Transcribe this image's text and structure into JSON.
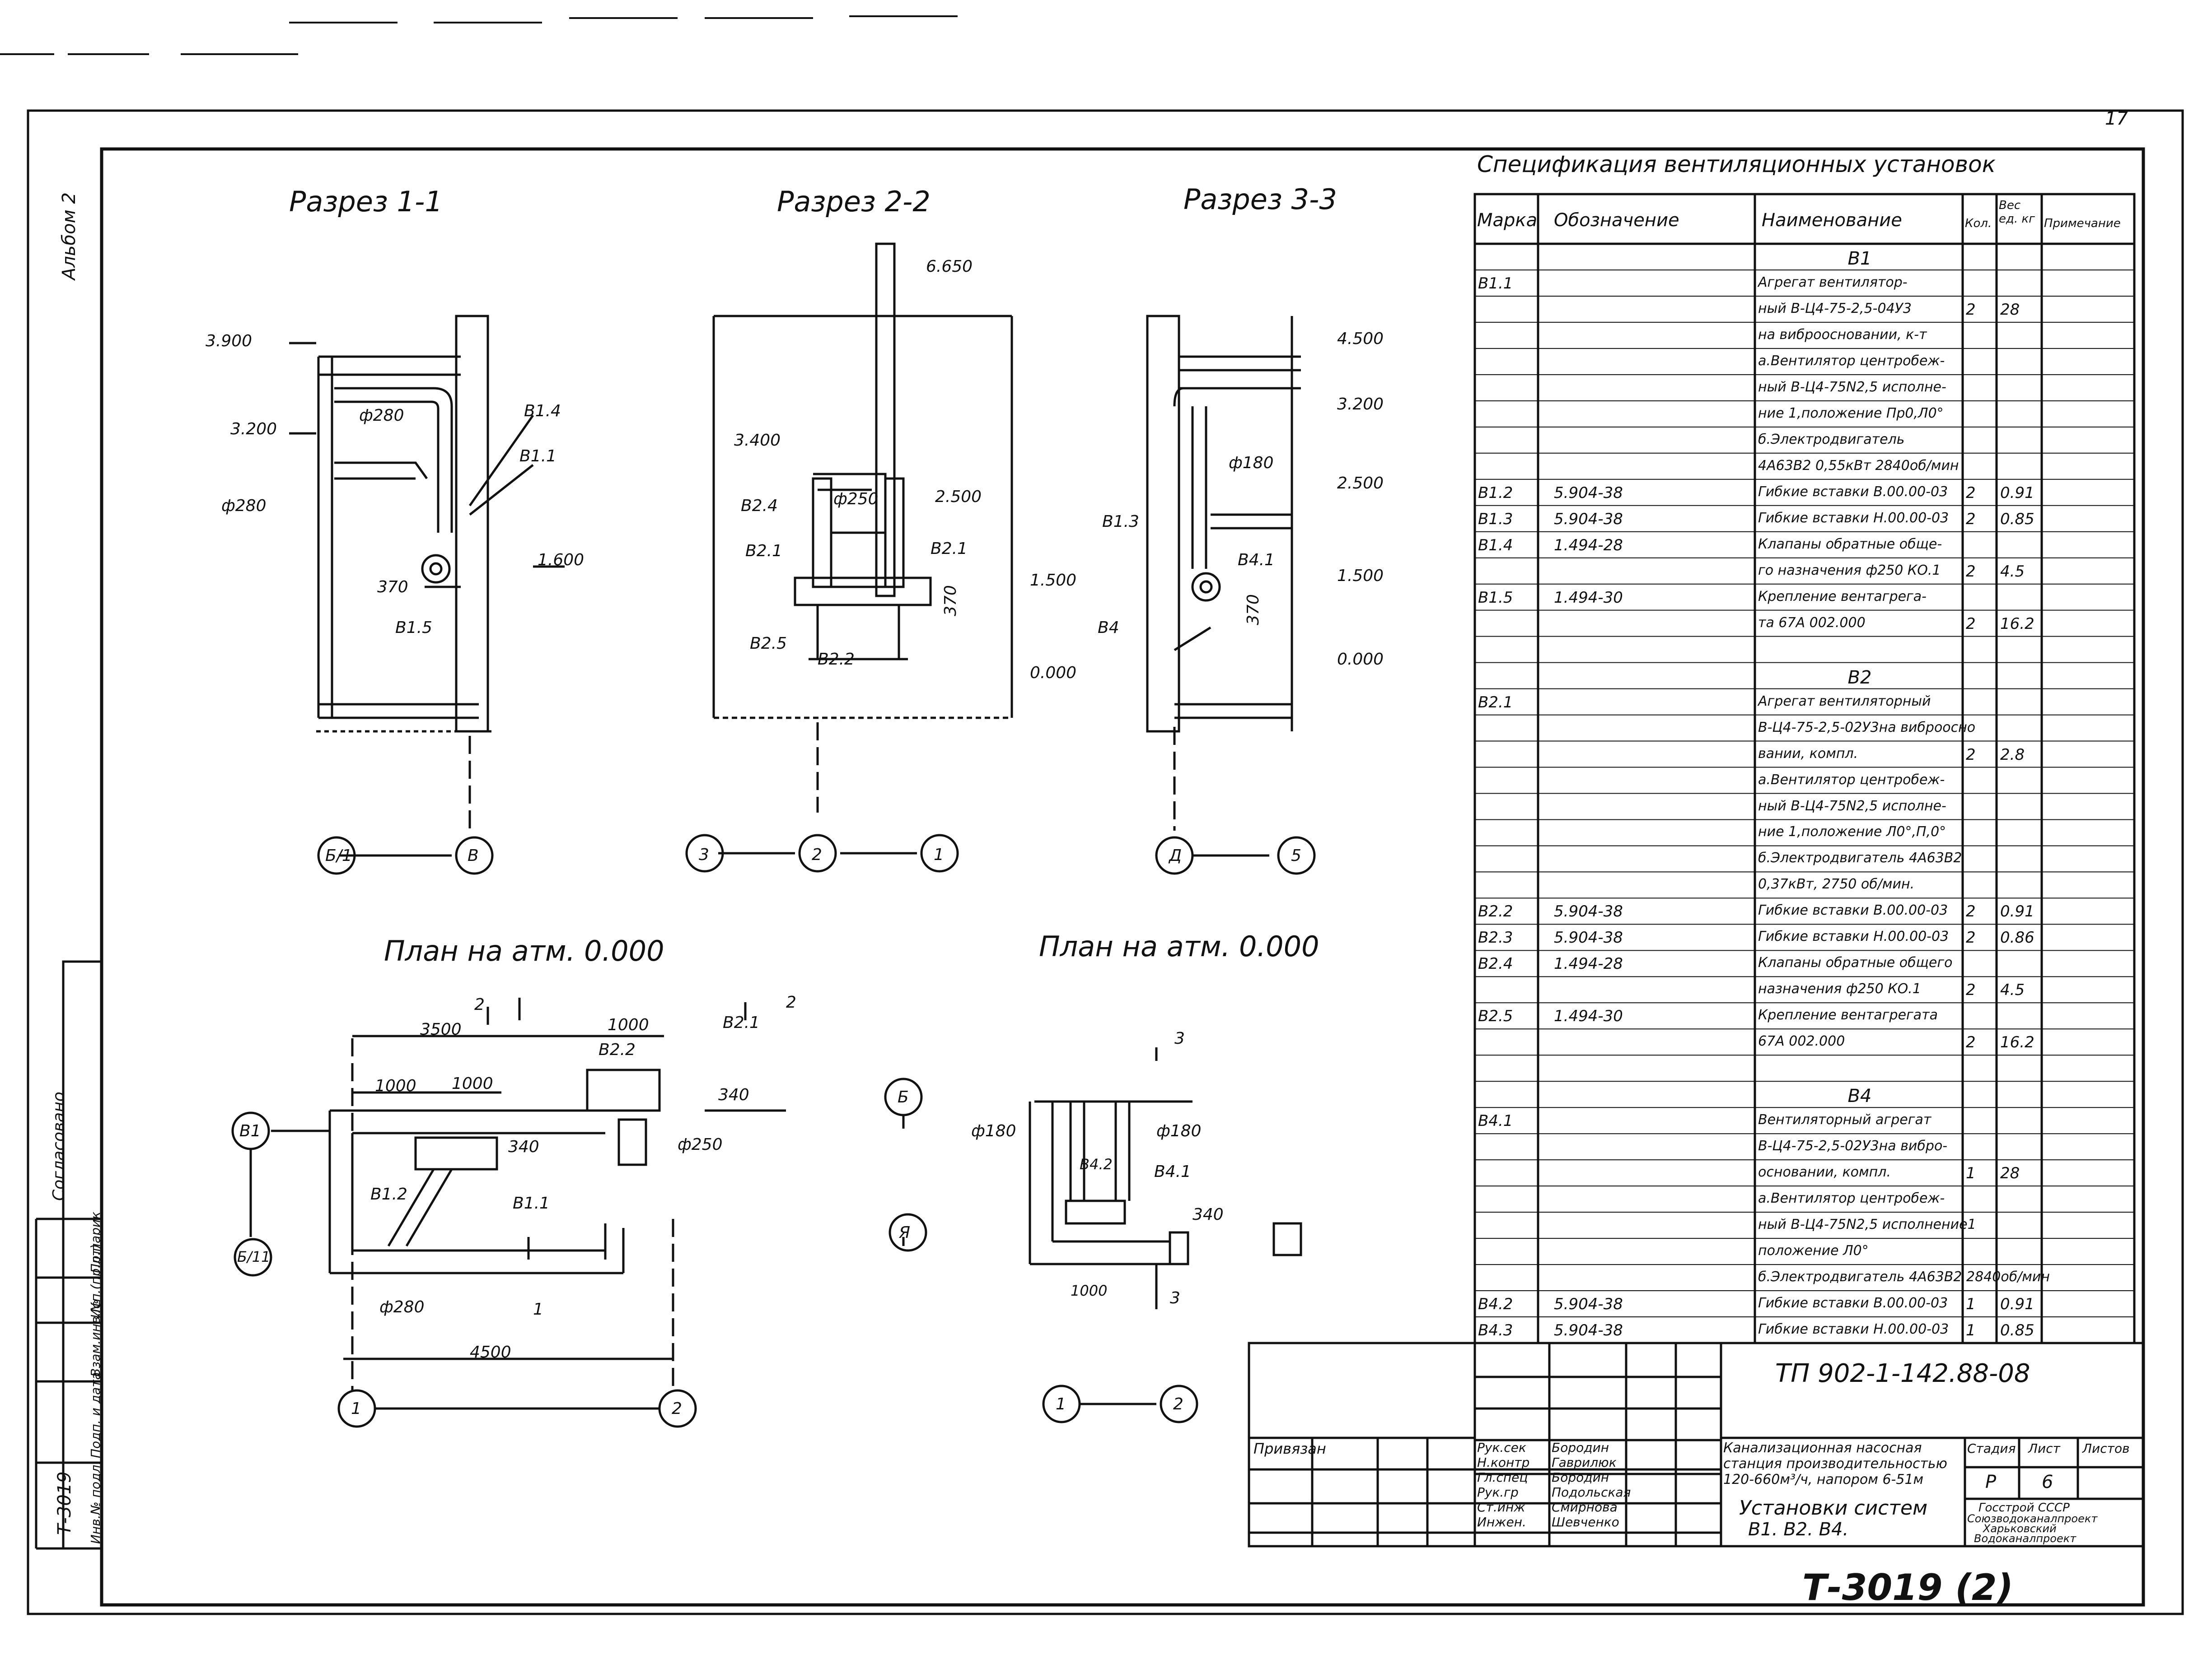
{
  "sheet": {
    "album": "Альбом 2",
    "sheet_no": "17",
    "archive_no": "Т-3019 (2)",
    "archive_side": "Т-3019"
  },
  "sections": {
    "s1": "Разрез 1-1",
    "s2": "Разрез 2-2",
    "s3": "Разрез 3-3",
    "plan1": "План на атм. 0.000",
    "plan2": "План на атм. 0.000"
  },
  "drawing_labels": {
    "s1": [
      "3.900",
      "3.200",
      "ф280",
      "ф280",
      "В1.4",
      "В1.1",
      "1.600",
      "370",
      "В1.5"
    ],
    "s2": [
      "6.650",
      "3.400",
      "ф250",
      "2.500",
      "В2.4",
      "В2.1",
      "В2.1",
      "1.500",
      "370",
      "В2.5",
      "В2.2",
      "0.000"
    ],
    "s3": [
      "4.500",
      "3.200",
      "ф180",
      "2.500",
      "В1.3",
      "В4.1",
      "1.500",
      "370",
      "В4",
      "0.000"
    ],
    "axes_s1": [
      "Б/1",
      "В"
    ],
    "axes_s2": [
      "3",
      "2",
      "1"
    ],
    "axes_s3": [
      "Д",
      "5"
    ],
    "plan1": [
      "3500",
      "1000",
      "В2.1",
      "В2.2",
      "1000",
      "1000",
      "340",
      "340",
      "ф250",
      "В1.2",
      "В1.1",
      "ф280",
      "4500",
      "2",
      "2",
      "1",
      "В1",
      "Б/11",
      "1",
      "2"
    ],
    "plan2": [
      "3",
      "Б",
      "ф180",
      "ф180",
      "В4.2",
      "В4.1",
      "340",
      "Я",
      "1000",
      "3",
      "1",
      "2"
    ]
  },
  "spec": {
    "title": "Спецификация вентиляционных установок",
    "headers": [
      "Марка",
      "Обозначение",
      "Наименование",
      "Кол.",
      "Вес ед. кг",
      "Примечание"
    ],
    "rows": [
      [
        "",
        "",
        "В1",
        "",
        ""
      ],
      [
        "В1.1",
        "",
        "Агрегат вентилятор-",
        "",
        ""
      ],
      [
        "",
        "",
        "ный В-Ц4-75-2,5-04У3",
        "2",
        "28"
      ],
      [
        "",
        "",
        "на виброосновании, к-т",
        "",
        ""
      ],
      [
        "",
        "",
        "а.Вентилятор центробеж-",
        "",
        ""
      ],
      [
        "",
        "",
        "ный В-Ц4-75N2,5 исполне-",
        "",
        ""
      ],
      [
        "",
        "",
        "ние 1,положение Пр0,Л0°",
        "",
        ""
      ],
      [
        "",
        "",
        "б.Электродвигатель",
        "",
        ""
      ],
      [
        "",
        "",
        "4А63В2 0,55кВт 2840об/мин",
        "",
        ""
      ],
      [
        "В1.2",
        "5.904-38",
        "Гибкие вставки В.00.00-03",
        "2",
        "0.91"
      ],
      [
        "В1.3",
        "5.904-38",
        "Гибкие вставки Н.00.00-03",
        "2",
        "0.85"
      ],
      [
        "В1.4",
        "1.494-28",
        "Клапаны обратные обще-",
        "",
        ""
      ],
      [
        "",
        "",
        "го назначения ф250 КО.1",
        "2",
        "4.5"
      ],
      [
        "В1.5",
        "1.494-30",
        "Крепление вентагрега-",
        "",
        ""
      ],
      [
        "",
        "",
        "та 67А 002.000",
        "2",
        "16.2"
      ],
      [
        "",
        "",
        "",
        "",
        ""
      ],
      [
        "",
        "",
        "В2",
        "",
        ""
      ],
      [
        "В2.1",
        "",
        "Агрегат вентиляторный",
        "",
        ""
      ],
      [
        "",
        "",
        "В-Ц4-75-2,5-02У3на виброосно",
        "",
        ""
      ],
      [
        "",
        "",
        "вании,             компл.",
        "2",
        "2.8"
      ],
      [
        "",
        "",
        "а.Вентилятор центробеж-",
        "",
        ""
      ],
      [
        "",
        "",
        "ный В-Ц4-75N2,5 исполне-",
        "",
        ""
      ],
      [
        "",
        "",
        "ние 1,положение Л0°,П,0°",
        "",
        ""
      ],
      [
        "",
        "",
        "б.Электродвигатель 4А63В2",
        "",
        ""
      ],
      [
        "",
        "",
        "0,37кВт, 2750 об/мин.",
        "",
        ""
      ],
      [
        "В2.2",
        "5.904-38",
        "Гибкие вставки В.00.00-03",
        "2",
        "0.91"
      ],
      [
        "В2.3",
        "5.904-38",
        "Гибкие вставки Н.00.00-03",
        "2",
        "0.86"
      ],
      [
        "В2.4",
        "1.494-28",
        "Клапаны обратные общего",
        "",
        ""
      ],
      [
        "",
        "",
        "назначения ф250 КО.1",
        "2",
        "4.5"
      ],
      [
        "В2.5",
        "1.494-30",
        "Крепление вентагрегата",
        "",
        ""
      ],
      [
        "",
        "",
        "67А 002.000",
        "2",
        "16.2"
      ],
      [
        "",
        "",
        "",
        "",
        ""
      ],
      [
        "",
        "",
        "В4",
        "",
        ""
      ],
      [
        "В4.1",
        "",
        "Вентиляторный агрегат",
        "",
        ""
      ],
      [
        "",
        "",
        "В-Ц4-75-2,5-02У3на вибро-",
        "",
        ""
      ],
      [
        "",
        "",
        "основании,       компл.",
        "1",
        "28"
      ],
      [
        "",
        "",
        "а.Вентилятор центробеж-",
        "",
        ""
      ],
      [
        "",
        "",
        "ный В-Ц4-75N2,5 исполнение1",
        "",
        ""
      ],
      [
        "",
        "",
        "положение Л0°",
        "",
        ""
      ],
      [
        "",
        "",
        "б.Электродвигатель 4А63В2 2840об/мин",
        "",
        ""
      ],
      [
        "В4.2",
        "5.904-38",
        "Гибкие вставки В.00.00-03",
        "1",
        "0.91"
      ],
      [
        "В4.3",
        "5.904-38",
        "Гибкие вставки Н.00.00-03",
        "1",
        "0.85"
      ]
    ]
  },
  "stamp": {
    "code": "ТП 902-1-142.88-08",
    "linked": "Привязан",
    "roles": [
      "Рук.сек",
      "Н.контр",
      "Гл.спец",
      "Рук.гр",
      "Ст.инж",
      "Инжен."
    ],
    "names": [
      "Бородин",
      "Гаврилюк",
      "Бородин",
      "Подольская",
      "Смирнова",
      "Шевченко"
    ],
    "project": [
      "Канализационная насосная",
      "станция производительностью",
      "120-660м³/ч, напором 6-51м"
    ],
    "stage_label": "Стадия",
    "sheet_label": "Лист",
    "sheets_label": "Листов",
    "stage": "Р",
    "sheet": "6",
    "drawing_title": [
      "Установки систем",
      "В1. В2. В4."
    ],
    "org": [
      "Госстрой СССР",
      "Союзводоканалпроект",
      "Харьковский",
      "Водоканалпроект"
    ]
  },
  "side_stamp": {
    "agreed": "Согласовано",
    "cols": [
      "Инв.№ подл.",
      "Подп. и дата",
      "Взам.инв.№",
      "Исп.(пр.лт)",
      "Пр.парик"
    ]
  }
}
